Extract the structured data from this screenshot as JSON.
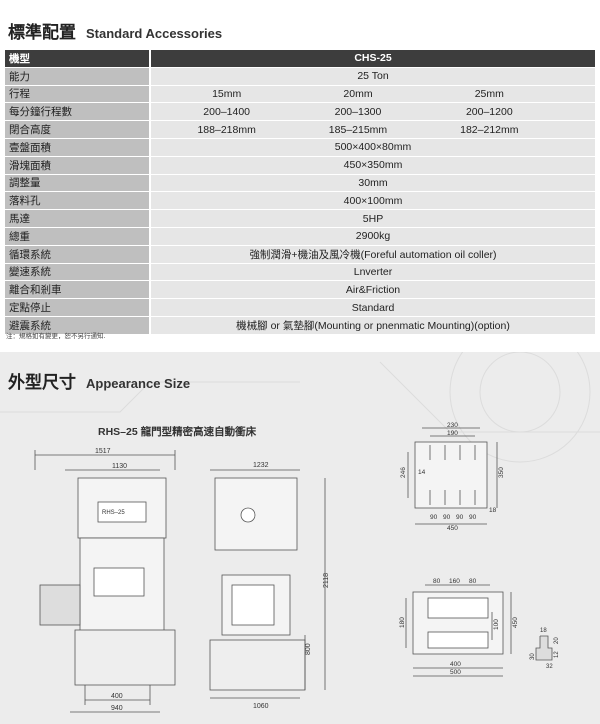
{
  "spec_section": {
    "title_zh": "標準配置",
    "title_en": "Standard Accessories"
  },
  "table": {
    "header": {
      "label": "機型",
      "value": "CHS-25"
    },
    "rows": [
      {
        "label": "能力",
        "value": "25 Ton"
      },
      {
        "label": "行程",
        "values": [
          "15mm",
          "20mm",
          "25mm"
        ]
      },
      {
        "label": "每分鐘行程數",
        "values": [
          "200–1400",
          "200–1300",
          "200–1200"
        ]
      },
      {
        "label": "閉合高度",
        "values": [
          "188–218mm",
          "185–215mm",
          "182–212mm"
        ]
      },
      {
        "label": "壹盤面積",
        "value": "500×400×80mm"
      },
      {
        "label": "滑塊面積",
        "value": "450×350mm"
      },
      {
        "label": "調整量",
        "value": "30mm"
      },
      {
        "label": "落料孔",
        "value": "400×100mm"
      },
      {
        "label": "馬達",
        "value": "5HP"
      },
      {
        "label": "總重",
        "value": "2900kg"
      },
      {
        "label": "循環系統",
        "value": "強制潤滑+機油及風冷機(Foreful automation oil coller)"
      },
      {
        "label": "變速系統",
        "value": "Lnverter"
      },
      {
        "label": "離合和剎車",
        "value": "Air&Friction"
      },
      {
        "label": "定點停止",
        "value": "Standard"
      },
      {
        "label": "避震系統",
        "value": "機械腳 or 氣墊腳(Mounting or pnenmatic Mounting)(option)"
      }
    ]
  },
  "note": "注：規格如有變更，恕不另行通知.",
  "appearance_section": {
    "title_zh": "外型尺寸",
    "title_en": "Appearance Size"
  },
  "drawing": {
    "title": "RHS–25 龍門型精密高速自動衝床",
    "front_view": {
      "width_total": "1517",
      "width_inner": "1130",
      "base_inner": "400",
      "base_total": "940",
      "nameplate": "RHS–25"
    },
    "side_view": {
      "width": "1232",
      "height_total": "2118",
      "height_table": "800",
      "base_width": "1060"
    },
    "slide_plan": {
      "d230": "230",
      "d190": "190",
      "d246": "246",
      "d350": "350",
      "d14": "14",
      "d18": "18",
      "d90": "90",
      "d450": "450"
    },
    "bolster_plan": {
      "d80a": "80",
      "d160": "160",
      "d80b": "80",
      "d180": "180",
      "d100": "100",
      "d400": "400",
      "d500": "500",
      "d450": "450"
    },
    "tslot": {
      "d18": "18",
      "d20": "20",
      "d12": "12",
      "d30": "30",
      "d32": "32"
    }
  }
}
